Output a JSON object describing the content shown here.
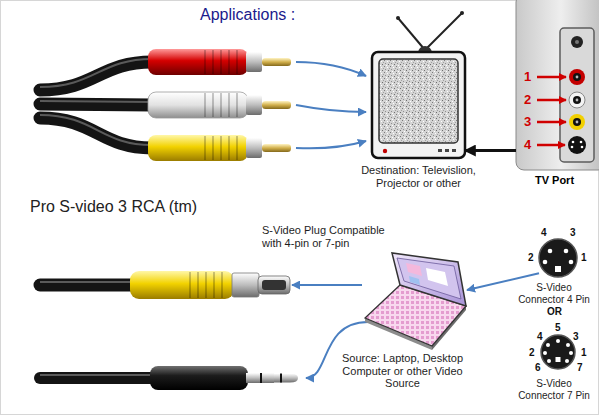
{
  "diagram": {
    "title": "Applications :",
    "nodes": [
      {
        "text": [
          "Destination: Televislion, Projector or other"
        ]
      },
      {
        "text": [
          "TV Port"
        ]
      },
      {
        "text": [
          "S-Video Plug Compatible with 4-pin or 7-pin"
        ]
      },
      {
        "text": [
          "Source: Laptop, Desktop Computer or other Video Source"
        ]
      },
      {
        "text": [
          "S-Video Connector 4 Pin"
        ]
      },
      {
        "text": [
          "S-Video Connector 7 Pin"
        ]
      }
    ],
    "edges": [
      {
        "from": 1,
        "to": 0,
        "arrow": "to"
      },
      {
        "from": 3,
        "to": 2,
        "arrow": "to"
      },
      {
        "from": 4,
        "to": 3,
        "arrow": "to"
      }
    ],
    "labels": [
      "Pro S-video 3 RCA (tm)",
      "1",
      "2",
      "3",
      "4",
      "4",
      "3",
      "2",
      "1",
      "OR",
      "5",
      "4",
      "3",
      "2",
      "1",
      "6",
      "7"
    ]
  }
}
